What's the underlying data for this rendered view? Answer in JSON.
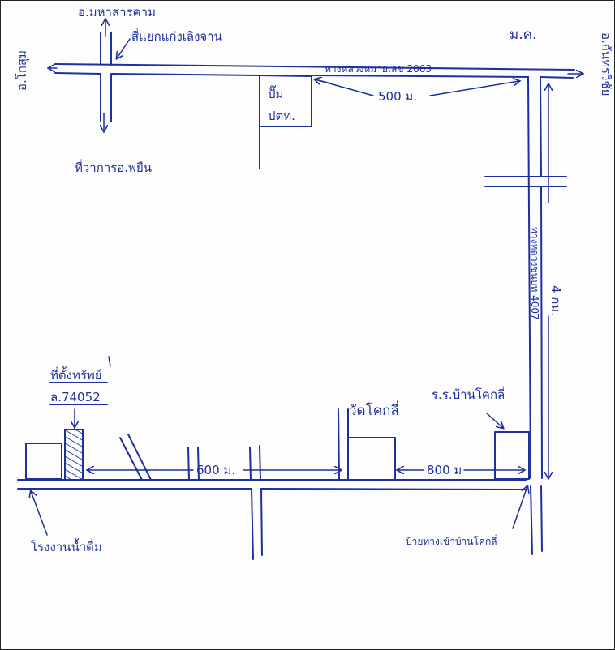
{
  "ink_color": "#1f2f9c",
  "labels": {
    "to_maha_sarakham": "อ.มหาสารคาม",
    "intersection_kaeng_loeng_chan": "สี่แยกแก่งเลิงจาน",
    "to_kosum": "อ.โกสุม",
    "to_phra_yuen_office": "ที่ว่าการอ.พยืน",
    "province_code": "ม.ค.",
    "to_kantharawichai": "อ.กันทรวิชัย",
    "highway_2063": "ทางหลวงหมายเลข 2063",
    "gas_station_line1": "ปั๊ม",
    "gas_station_line2": "ปตท.",
    "distance_500m": "500 ม.",
    "highway_4007": "ทางหลวงชนบท 4007",
    "distance_4km": "4 กม.",
    "office_location_line1": "ที่ตั้งทรัพย์",
    "office_location_line2": "ล.74052",
    "temple": "วัดโคกลี่",
    "school": "ร.ร.บ้านโคกลี่",
    "distance_600m": "600 ม.",
    "distance_800m": "800 ม",
    "factory": "โรงงานน้ำดื่ม",
    "village_entrance_sign": "ป้ายทางเข้าบ้านโคกลี่"
  }
}
